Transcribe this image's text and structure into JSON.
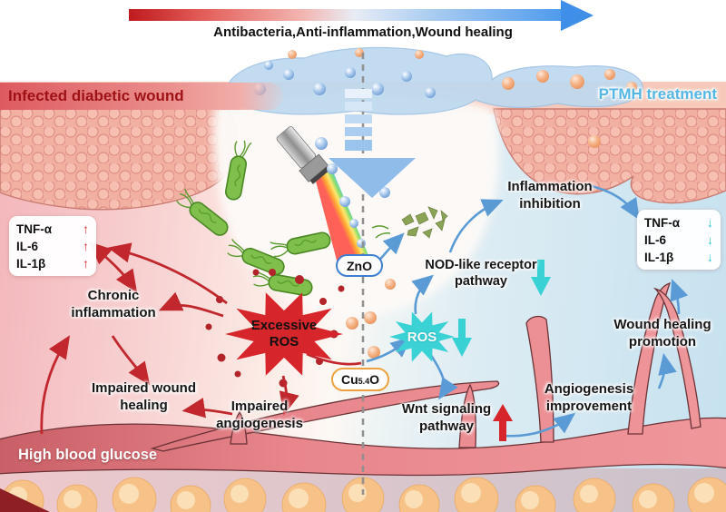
{
  "top_arrow": {
    "label": "Antibacteria,Anti-inflammation,Wound healing"
  },
  "headers": {
    "left": "Infected diabetic wound",
    "right": "PTMH treatment"
  },
  "materials": {
    "zno": "ZnO",
    "cu_base": "Cu",
    "cu_subscript": "5.4",
    "cu_suffix": "O"
  },
  "left_side": {
    "cytokines": [
      {
        "name": "TNF-α",
        "arrow": "↑"
      },
      {
        "name": "IL-6",
        "arrow": "↑"
      },
      {
        "name": "IL-1β",
        "arrow": "↑"
      }
    ],
    "excessive_ros": "Excessive\nROS",
    "chronic_inflammation": "Chronic\ninflammation",
    "impaired_wound_healing": "Impaired wound\nhealing",
    "impaired_angiogenesis": "Impaired\nangiogenesis",
    "high_blood_glucose": "High blood glucose"
  },
  "right_side": {
    "cytokines": [
      {
        "name": "TNF-α",
        "arrow": "↓"
      },
      {
        "name": "IL-6",
        "arrow": "↓"
      },
      {
        "name": "IL-1β",
        "arrow": "↓"
      }
    ],
    "ros": "ROS",
    "inflammation_inhibition": "Inflammation\ninhibition",
    "nod_pathway": "NOD-like receptor\npathway",
    "wnt_pathway": "Wnt signaling\npathway",
    "angiogenesis_improvement": "Angiogenesis\nimprovement",
    "wound_healing_promotion": "Wound healing\npromotion"
  },
  "colors": {
    "red_accent": "#d6252b",
    "cyan_accent": "#3ad2d5",
    "blue_arrow": "#5b9bd5",
    "red_arrow": "#c1272d",
    "left_bg": "#f3b6bb",
    "right_bg": "#c6e1ef",
    "vessel": "#e8868c",
    "bacteria": "#7fc04d",
    "hydrogel": "#bed9ef",
    "zno_border": "#3f7fd0",
    "cu_border": "#eda13f"
  }
}
